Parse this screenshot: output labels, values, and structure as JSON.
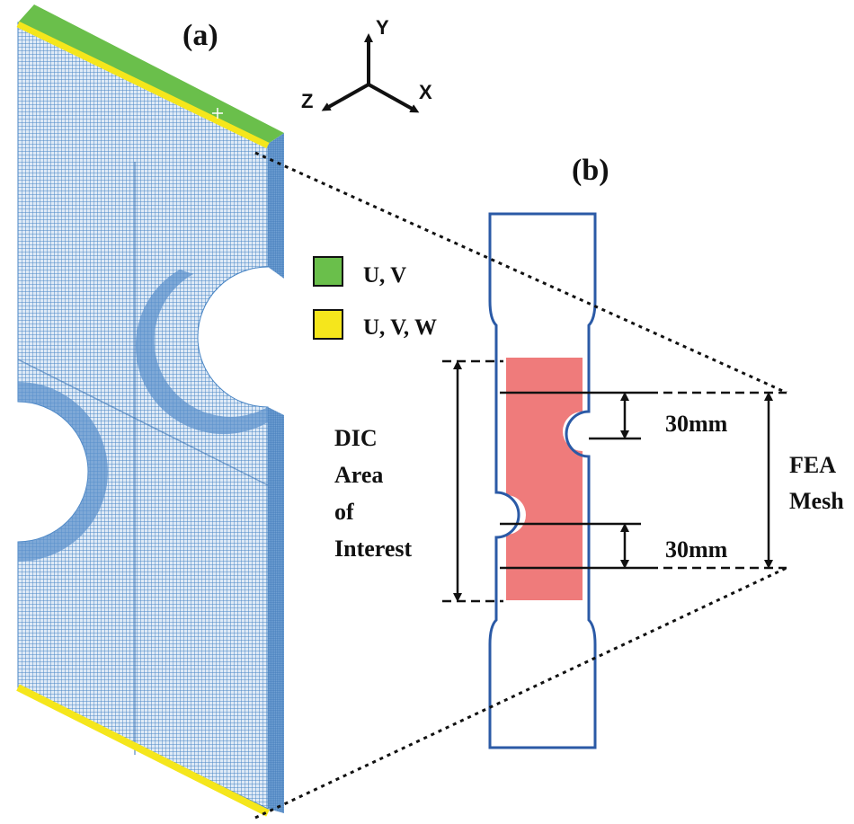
{
  "panels": {
    "a_label": "(a)",
    "b_label": "(b)"
  },
  "axes": {
    "y": "Y",
    "x": "X",
    "z": "Z"
  },
  "legend": {
    "items": [
      {
        "label": "U, V",
        "color": "#6abf4b"
      },
      {
        "label": "U, V, W",
        "color": "#f5e61c"
      }
    ]
  },
  "dims": {
    "top": "30mm",
    "bottom": "30mm"
  },
  "labels": {
    "dic": [
      "DIC",
      "Area",
      "of",
      "Interest"
    ],
    "fea": [
      "FEA",
      "Mesh"
    ]
  },
  "colors": {
    "mesh": "#4a86c5",
    "outline": "#2b5aa6",
    "dic_fill": "#ef7b7b",
    "green": "#6abf4b",
    "yellow": "#f5e61c"
  }
}
